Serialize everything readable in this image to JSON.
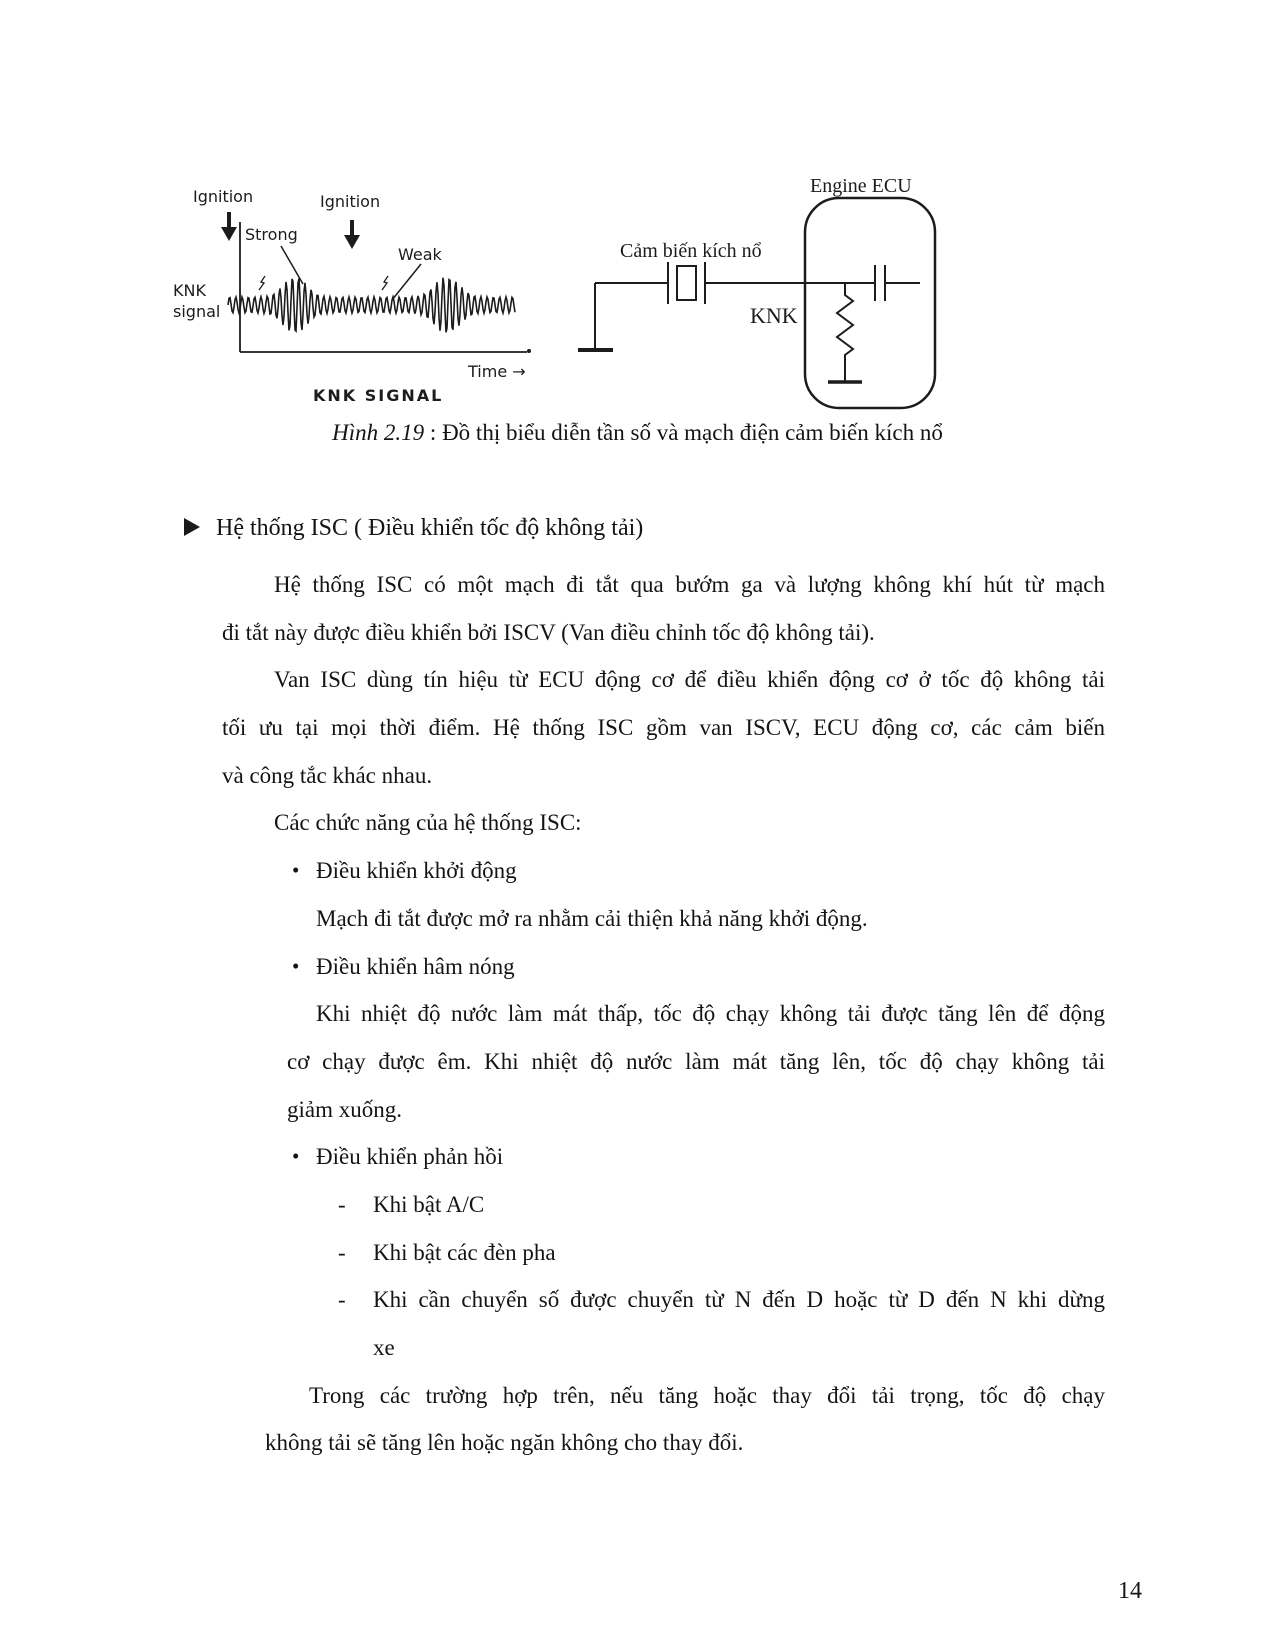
{
  "figure": {
    "left_chart": {
      "ignition1": "Ignition",
      "ignition2": "Ignition",
      "strong": "Strong",
      "weak": "Weak",
      "ylabel_line1": "KNK",
      "ylabel_line2": "signal",
      "xlabel": "Time →",
      "chart_caption": "KNK SIGNAL"
    },
    "circuit": {
      "ecu_label": "Engine ECU",
      "sensor_label": "Cảm biến kích nổ",
      "signal_label": "KNK"
    }
  },
  "caption": {
    "label": "Hình 2.19",
    "sep": " : ",
    "text": "Đồ thị biểu diễn tần số và mạch điện cảm biến kích nổ"
  },
  "heading": {
    "marker": "➢",
    "text": "Hệ thống ISC ( Điều khiển tốc độ không tải)"
  },
  "body": {
    "lines": [
      {
        "cls": "ind j",
        "t": "Hệ thống ISC có một mạch đi tắt qua bướm ga và lượng không khí hút từ mạch"
      },
      {
        "cls": "",
        "t": "đi tắt này được điều khiển bởi ISCV (Van điều chỉnh tốc độ không tải)."
      },
      {
        "cls": "ind j",
        "t": "Van ISC dùng tín hiệu từ ECU động cơ để điều khiển động cơ ở tốc độ không tải"
      },
      {
        "cls": "j",
        "t": "tối ưu tại mọi thời điểm. Hệ thống ISC gồm van ISCV, ECU động cơ, các cảm biến"
      },
      {
        "cls": "",
        "t": "và công tắc khác nhau."
      },
      {
        "cls": "ind",
        "t": "Các chức năng của hệ thống ISC:"
      },
      {
        "cls": "bullet",
        "m": "•",
        "t": "Điều khiển khởi động"
      },
      {
        "cls": "bcont",
        "t": "Mạch đi tắt được mở ra nhằm cải thiện khả năng khởi động."
      },
      {
        "cls": "bullet",
        "m": "•",
        "t": "Điều khiển hâm nóng"
      },
      {
        "cls": "bcont j",
        "t": "Khi nhiệt độ nước làm mát thấp, tốc độ chạy không tải được tăng lên để động"
      },
      {
        "cls": "bcont2 j",
        "t": "cơ chạy được êm. Khi nhiệt độ nước làm mát tăng lên, tốc độ chạy không tải"
      },
      {
        "cls": "bcont2",
        "t": "giảm xuống."
      },
      {
        "cls": "bullet",
        "m": "•",
        "t": "Điều khiển phản hồi"
      },
      {
        "cls": "sub",
        "m": "-",
        "t": "Khi bật A/C"
      },
      {
        "cls": "sub",
        "m": "-",
        "t": "Khi bật các đèn pha"
      },
      {
        "cls": "sub j",
        "m": "-",
        "t": "Khi cần chuyển số được chuyển từ N đến D hoặc từ D đến N khi dừng"
      },
      {
        "cls": "subcont",
        "t": "xe"
      },
      {
        "cls": "ind2 j",
        "t": "Trong các trường hợp trên, nếu tăng hoặc thay đổi tải trọng, tốc độ chạy"
      },
      {
        "cls": "ind3",
        "t": "không tải sẽ tăng lên hoặc ngăn không cho thay đổi."
      }
    ]
  },
  "page_number": "14"
}
